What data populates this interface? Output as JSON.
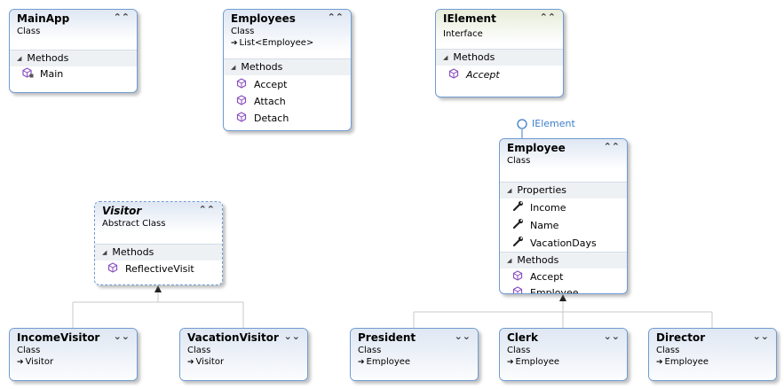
{
  "boxes": {
    "mainapp": {
      "name": "MainApp",
      "stereotype": "Class",
      "methods_label": "Methods",
      "methods": [
        "Main"
      ]
    },
    "employees": {
      "name": "Employees",
      "stereotype": "Class",
      "base": "List<Employee>",
      "methods_label": "Methods",
      "methods": [
        "Accept",
        "Attach",
        "Detach"
      ]
    },
    "ielement": {
      "name": "IElement",
      "stereotype": "Interface",
      "methods_label": "Methods",
      "methods": [
        "Accept"
      ]
    },
    "employee": {
      "name": "Employee",
      "stereotype": "Class",
      "interface_label": "IElement",
      "properties_label": "Properties",
      "properties": [
        "Income",
        "Name",
        "VacationDays"
      ],
      "methods_label": "Methods",
      "methods": [
        "Accept",
        "Employee"
      ]
    },
    "visitor": {
      "name": "Visitor",
      "stereotype": "Abstract Class",
      "methods_label": "Methods",
      "methods": [
        "ReflectiveVisit"
      ]
    },
    "incomevisitor": {
      "name": "IncomeVisitor",
      "stereotype": "Class",
      "base": "Visitor"
    },
    "vacationvisitor": {
      "name": "VacationVisitor",
      "stereotype": "Class",
      "base": "Visitor"
    },
    "president": {
      "name": "President",
      "stereotype": "Class",
      "base": "Employee"
    },
    "clerk": {
      "name": "Clerk",
      "stereotype": "Class",
      "base": "Employee"
    },
    "director": {
      "name": "Director",
      "stereotype": "Class",
      "base": "Employee"
    }
  },
  "icons": {
    "collapse": "double-chevron-up-icon",
    "expand": "double-chevron-down-icon",
    "method": "method-cube-icon",
    "property": "wrench-icon",
    "inherits": "inherits-arrow-icon"
  },
  "colors": {
    "border": "#6f9bd1",
    "method_icon": "#8a4fc0",
    "interface_label": "#3d7ec9"
  }
}
